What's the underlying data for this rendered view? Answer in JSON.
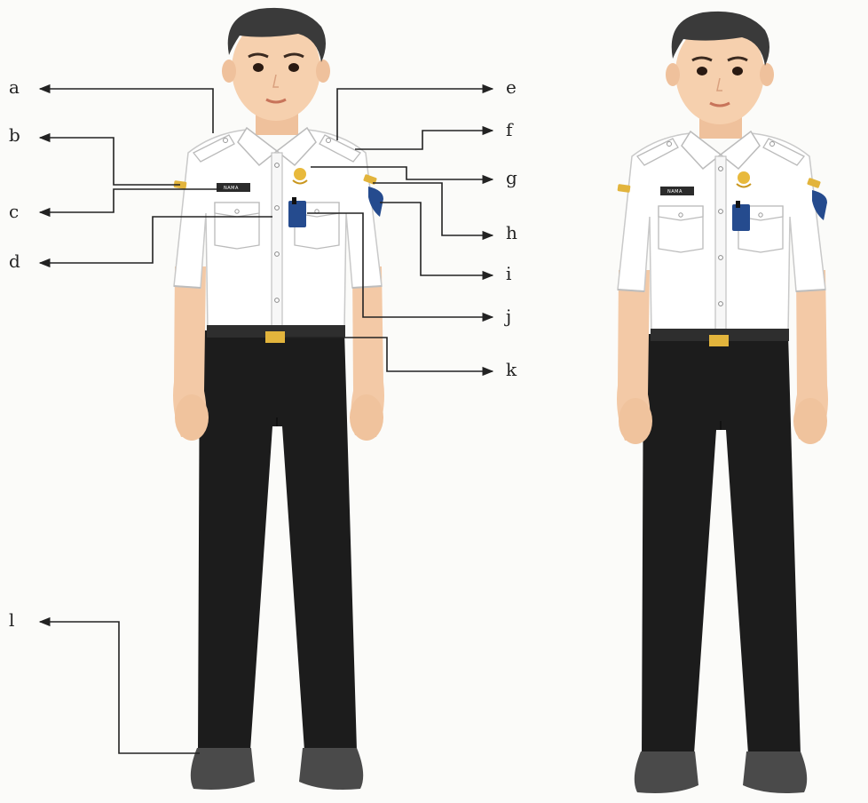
{
  "labels": {
    "a": "a",
    "b": "b",
    "c": "c",
    "d": "d",
    "e": "e",
    "f": "f",
    "g": "g",
    "h": "h",
    "i": "i",
    "j": "j",
    "k": "k",
    "l": "l"
  },
  "name_tag": "NAMA",
  "colors": {
    "shirt": "#ffffff",
    "pants": "#1c1c1c",
    "skin": "#f3c9a6",
    "hair": "#3a3a3a",
    "belt_buckle": "#e2b43c",
    "badge_blue": "#254b8e",
    "shoe": "#4a4a4a",
    "leader_line": "#222222"
  },
  "icons": [
    "collar-icon",
    "shoulder-strap-icon",
    "logo-badge-icon",
    "name-tag-icon",
    "sleeve-patch-icon",
    "pocket-id-card-icon",
    "belt-buckle-icon",
    "shoe-icon"
  ]
}
